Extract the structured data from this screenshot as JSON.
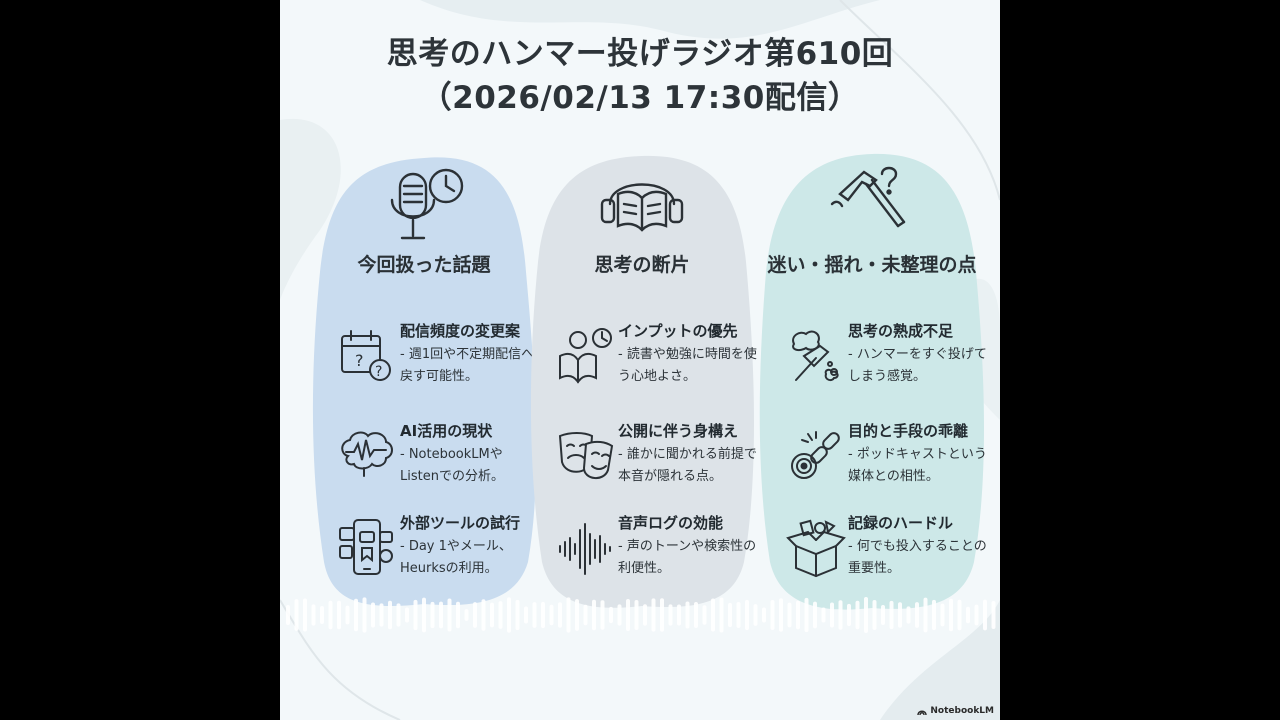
{
  "title": {
    "line1": "思考のハンマー投げラジオ第610回",
    "line2": "（2026/02/13 17:30配信）"
  },
  "columns": [
    {
      "heading": "今回扱った話題",
      "icon": "microphone-clock-icon",
      "color": "#c9dcef",
      "items": [
        {
          "title": "配信頻度の変更案",
          "desc": "- 週1回や不定期配信へ戻す可能性。",
          "icon": "calendar-question-icon"
        },
        {
          "title": "AI活用の現状",
          "desc": "- NotebookLMやListenでの分析。",
          "icon": "brain-wave-icon"
        },
        {
          "title": "外部ツールの試行",
          "desc": "- Day 1やメール、Heurksの利用。",
          "icon": "phone-apps-icon"
        }
      ]
    },
    {
      "heading": "思考の断片",
      "icon": "book-headphones-icon",
      "color": "#dde3e8",
      "items": [
        {
          "title": "インプットの優先",
          "desc": "- 読書や勉強に時間を使う心地よさ。",
          "icon": "reading-clock-icon"
        },
        {
          "title": "公開に伴う身構え",
          "desc": "- 誰かに聞かれる前提で本音が隠れる点。",
          "icon": "theater-masks-icon"
        },
        {
          "title": "音声ログの効能",
          "desc": "- 声のトーンや検索性の利便性。",
          "icon": "sound-wave-icon"
        }
      ]
    },
    {
      "heading": "迷い・揺れ・未整理の点",
      "icon": "hammer-question-icon",
      "color": "#cde8e8",
      "items": [
        {
          "title": "思考の熟成不足",
          "desc": "- ハンマーをすぐ投げてしまう感覚。",
          "icon": "hammer-thought-icon"
        },
        {
          "title": "目的と手段の乖離",
          "desc": "- ポッドキャストという媒体との相性。",
          "icon": "broken-chain-target-icon"
        },
        {
          "title": "記録のハードル",
          "desc": "- 何でも投入することの重要性。",
          "icon": "open-box-icon"
        }
      ]
    }
  ],
  "brand": {
    "label": "NotebookLM",
    "icon": "notebooklm-logo-icon"
  }
}
